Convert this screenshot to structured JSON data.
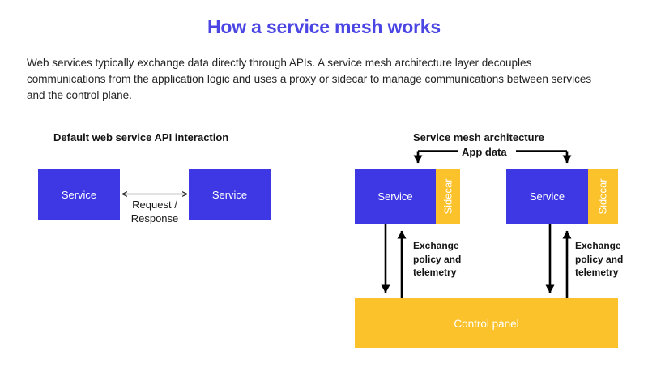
{
  "page": {
    "title": "How a service mesh works",
    "intro": "Web services typically exchange data directly through APIs. A service mesh architecture layer decouples communications from the application logic and uses a proxy or sidecar to manage communications between services and the control plane.",
    "background_color": "#ffffff"
  },
  "colors": {
    "title": "#4b45e4",
    "service_blue": "#3d38e3",
    "sidecar_yellow": "#fcc22c",
    "control_yellow": "#fcc22c",
    "arrow_black": "#000000",
    "body_text": "#232323"
  },
  "left_diagram": {
    "heading": "Default web service API interaction",
    "service_a": "Service",
    "service_b": "Service",
    "connector_label": "Request /\nResponse",
    "connector_type": "double-headed-arrow"
  },
  "right_diagram": {
    "heading": "Service mesh architecture",
    "app_data_label": "App data",
    "groups": [
      {
        "service": "Service",
        "sidecar": "Sidecar",
        "exchange_label": "Exchange\npolicy and\ntelemetry"
      },
      {
        "service": "Service",
        "sidecar": "Sidecar",
        "exchange_label": "Exchange\npolicy and\ntelemetry"
      }
    ],
    "control_panel": "Control panel"
  }
}
